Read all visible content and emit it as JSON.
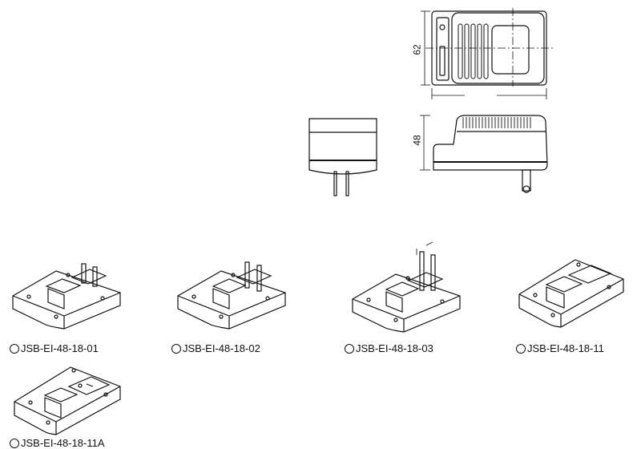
{
  "dimensions": {
    "width_label": "62",
    "height_label": "48"
  },
  "models": [
    {
      "id": "JSB-EI-48-18-01"
    },
    {
      "id": "JSB-EI-48-18-02"
    },
    {
      "id": "JSB-EI-48-18-03"
    },
    {
      "id": "JSB-EI-48-18-11"
    },
    {
      "id": "JSB-EI-48-18-11A"
    }
  ]
}
